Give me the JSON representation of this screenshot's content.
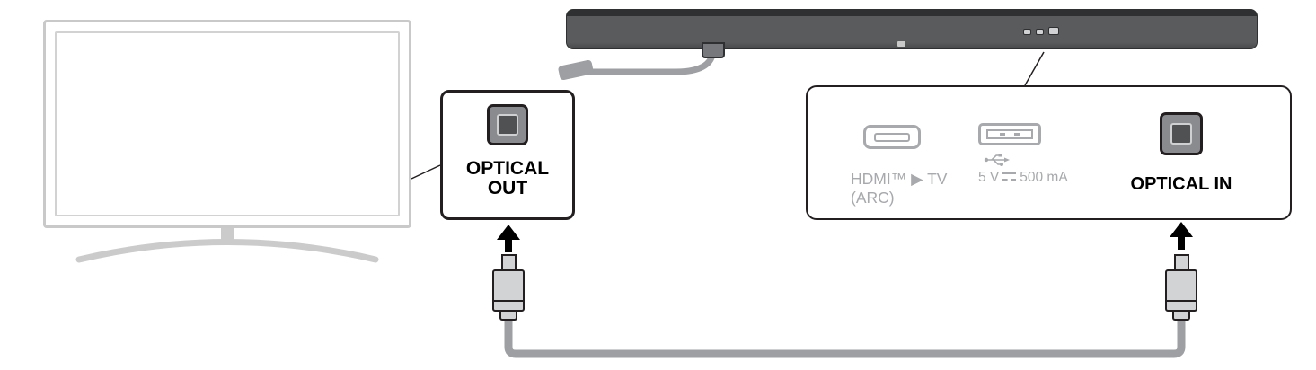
{
  "colors": {
    "outline_black": "#231f20",
    "tv_outline_gray": "#c9c9c9",
    "soundbar_gray": "#58595b",
    "cable_gray": "#9d9fa2",
    "muted_port_gray": "#a7a9ac",
    "port_face_gray": "#8a8b8e"
  },
  "tv_callout": {
    "label_line1": "OPTICAL",
    "label_line2": "OUT"
  },
  "soundbar_panel": {
    "hdmi_label_line1": "HDMI™ ▶ TV",
    "hdmi_label_line2": "(ARC)",
    "usb_label_value": "5 V",
    "usb_label_unit": "500 mA",
    "optical_in_label": "OPTICAL IN"
  }
}
